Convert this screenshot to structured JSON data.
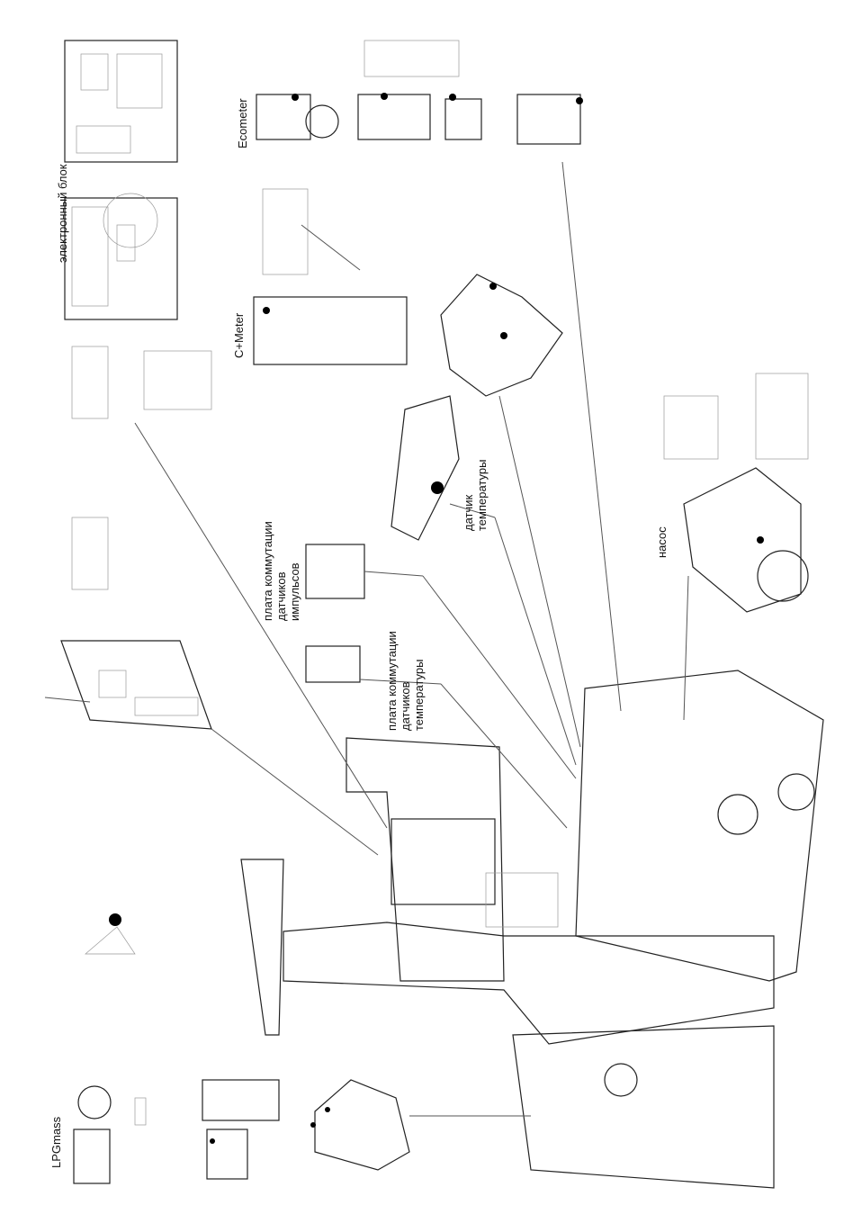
{
  "labels": {
    "electronic_unit": "электронный блок",
    "ecometer": "Ecometer",
    "cmeter": "C+Meter",
    "temp_sensor": [
      "датчик",
      "температуры"
    ],
    "pump": "насос",
    "pulse_board": [
      "плата коммутации",
      "датчиков",
      "импульсов"
    ],
    "temp_board": [
      "плата коммутации",
      "датчиков",
      "температуры"
    ],
    "lpgmass": "LPGmass"
  }
}
